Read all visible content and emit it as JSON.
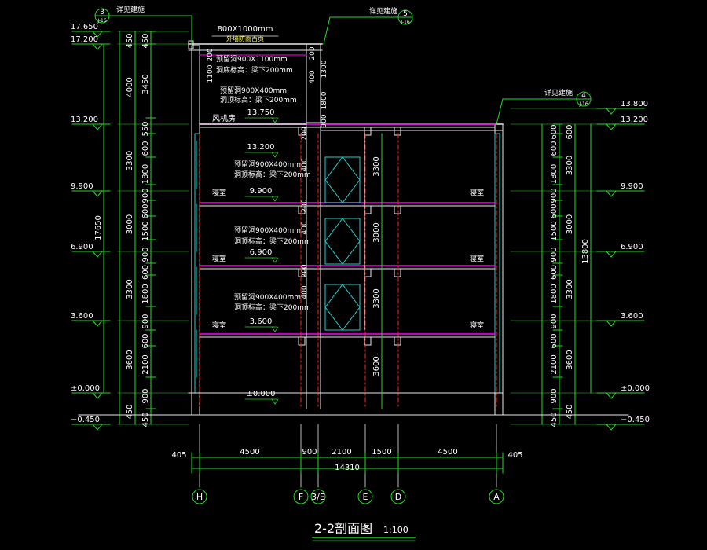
{
  "title": "2-2剖面图",
  "scale": "1:100",
  "colors": {
    "dim": "#22dd22",
    "wall": "#e8e8e8",
    "beam": "#ff00ff",
    "axis": "#ff2222",
    "window": "#22cccc",
    "text": "#ffffff",
    "label": "#ffff66"
  },
  "left_elevations": [
    {
      "value": "17.650"
    },
    {
      "value": "17.200"
    },
    {
      "value": "13.200"
    },
    {
      "value": "9.900"
    },
    {
      "value": "6.900"
    },
    {
      "value": "3.600"
    },
    {
      "value": "±0.000"
    },
    {
      "value": "−0.450"
    }
  ],
  "right_elevations": [
    {
      "value": "13.800"
    },
    {
      "value": "13.200"
    },
    {
      "value": "9.900"
    },
    {
      "value": "6.900"
    },
    {
      "value": "3.600"
    },
    {
      "value": "±0.000"
    },
    {
      "value": "−0.450"
    }
  ],
  "left_dim_outer": [
    "450",
    "4000",
    "3300",
    "3000",
    "3300",
    "3600",
    "450"
  ],
  "left_dim_total": "17650",
  "left_dim_inner": [
    "450",
    "3450",
    "550",
    "600",
    "1800",
    "900",
    "600",
    "1500",
    "900",
    "600",
    "1800",
    "900",
    "600",
    "2100",
    "900",
    "450"
  ],
  "right_dim_outer": [
    "600",
    "3300",
    "3000",
    "3300",
    "3600",
    "450"
  ],
  "right_dim_total": "13800",
  "right_dim_inner": [
    "600",
    "600",
    "1800",
    "900",
    "600",
    "1500",
    "900",
    "600",
    "1800",
    "900",
    "600",
    "2100",
    "900",
    "450"
  ],
  "bottom_dims": [
    "405",
    "4500",
    "900",
    "2100",
    "1500",
    "4500",
    "405"
  ],
  "bottom_total": "14310",
  "axes": [
    "H",
    "F",
    "3/E",
    "E",
    "D",
    "A"
  ],
  "details": [
    {
      "label": "详见建施",
      "num": "3",
      "ref": "J-16"
    },
    {
      "label": "详见建施",
      "num": "5",
      "ref": "J-16"
    },
    {
      "label": "详见建施",
      "num": "4",
      "ref": "J-16"
    }
  ],
  "top_notes": {
    "size": "800X1000mm",
    "sub": "外墙防雨百页"
  },
  "openings": [
    {
      "size": "预留洞900X1100mm",
      "height": "洞底标高：梁下200mm"
    },
    {
      "size": "预留洞900X400mm",
      "height": "洞顶标高：梁下200mm"
    },
    {
      "size": "预留洞900X400mm",
      "height": "洞顶标高：梁下200mm"
    },
    {
      "size": "预留洞900X400mm",
      "height": "洞顶标高：梁下200mm"
    },
    {
      "size": "预留洞900X400mm",
      "height": "洞顶标高：梁下200mm"
    }
  ],
  "rooms": {
    "fan": "风机房",
    "bedroom": "寝室"
  },
  "floor_levels": [
    "13.750",
    "13.200",
    "9.900",
    "6.900",
    "3.600",
    "±0.000"
  ],
  "mid_dims": [
    "200",
    "1100",
    "200",
    "400",
    "1300",
    "1800",
    "900",
    "200",
    "400",
    "200",
    "400",
    "200",
    "400"
  ],
  "core_dims": [
    "3300",
    "3000",
    "3300",
    "3600"
  ]
}
